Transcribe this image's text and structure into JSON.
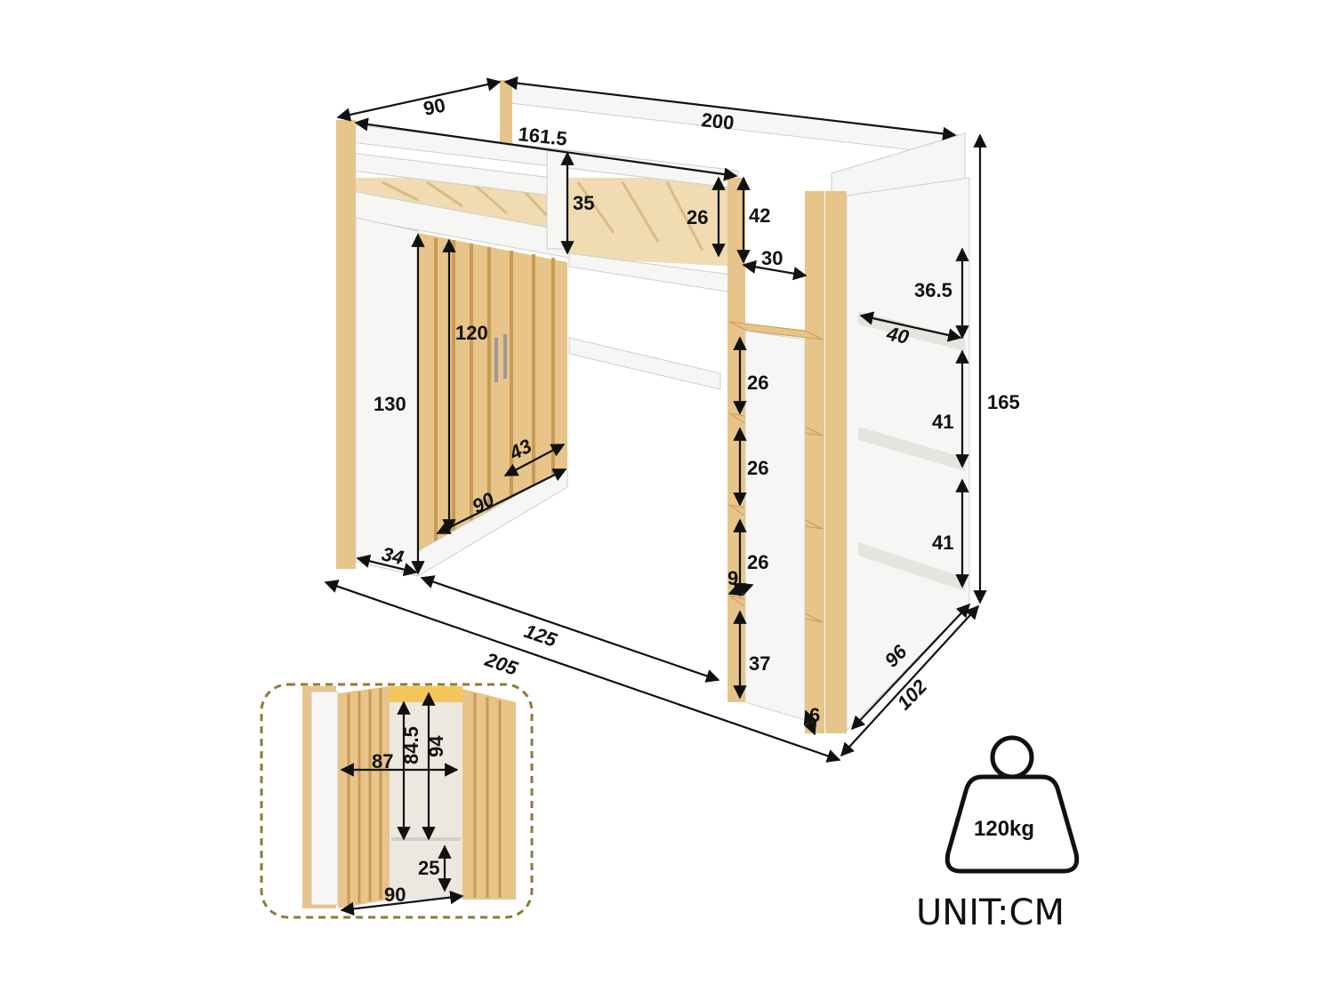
{
  "colors": {
    "wood": "#e6c48a",
    "wood_dark": "#d3a866",
    "white_panel": "#f6f6f4",
    "panel_shade": "#e4e4e0",
    "line": "#111111",
    "inset_border": "#8c7a3a"
  },
  "dimensions": {
    "width_top": "90",
    "length_top": "200",
    "rail_length": "161.5",
    "rail_height_front": "35",
    "rail_height_inner": "26",
    "ladder_top_gap": "42",
    "ladder_width": "30",
    "shelf_top_height": "36.5",
    "shelf_depth": "40",
    "overall_height": "165",
    "wardrobe_door_height": "120",
    "wardrobe_height": "130",
    "wardrobe_depth": "43",
    "wardrobe_width": "90",
    "side_panel_depth": "34",
    "step_1": "26",
    "step_2": "26",
    "step_3": "26",
    "step_depth": "9",
    "bottom_gap": "37",
    "ladder_thickness": "6",
    "shelf_1": "41",
    "shelf_2": "41",
    "inner_width": "125",
    "overall_length": "205",
    "shelf_width": "96",
    "overall_width": "102"
  },
  "inset": {
    "inner_width": "87",
    "rod_height": "84.5",
    "cabinet_height": "94",
    "bottom_shelf": "25",
    "cabinet_width": "90"
  },
  "weight_icon": "weight-icon",
  "weight_label": "120kg",
  "unit_label": "UNIT:CM"
}
